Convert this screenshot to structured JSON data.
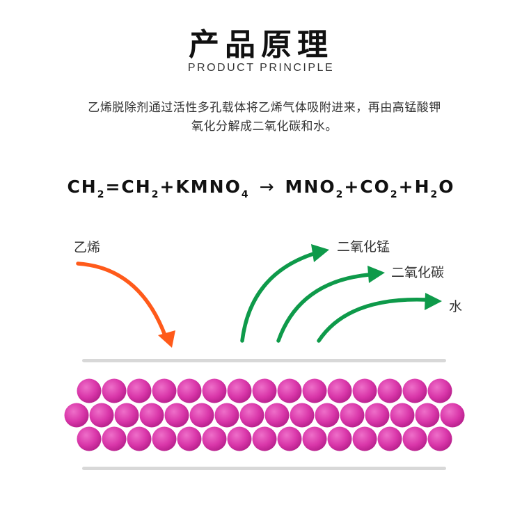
{
  "header": {
    "title": "产品原理",
    "subtitle": "PRODUCT PRINCIPLE"
  },
  "description": {
    "line1": "乙烯脱除剂通过活性多孔载体将乙烯气体吸附进来，再由高锰酸钾",
    "line2": "氧化分解成二氧化碳和水。"
  },
  "equation": {
    "ch2_a": "CH",
    "sub_2a": "2",
    "eq_ch2_b": "=CH",
    "sub_2b": "2",
    "plus_kmno": "+KMNO",
    "sub_4": "4",
    "arrow": "→",
    "mno": "MNO",
    "sub_2c": "2",
    "plus_co": "+CO",
    "sub_2d": "2",
    "plus_h": "+H",
    "sub_2e": "2",
    "o": "O"
  },
  "diagram": {
    "input_label": "乙烯",
    "output_labels": [
      "二氧化锰",
      "二氧化碳",
      "水"
    ],
    "colors": {
      "input_arrow": "#ff5a1a",
      "output_arrow": "#0e9a4a",
      "bead": "#d936a9",
      "bar": "#d8d8d8"
    },
    "bead_rows": [
      15,
      16,
      15
    ]
  }
}
